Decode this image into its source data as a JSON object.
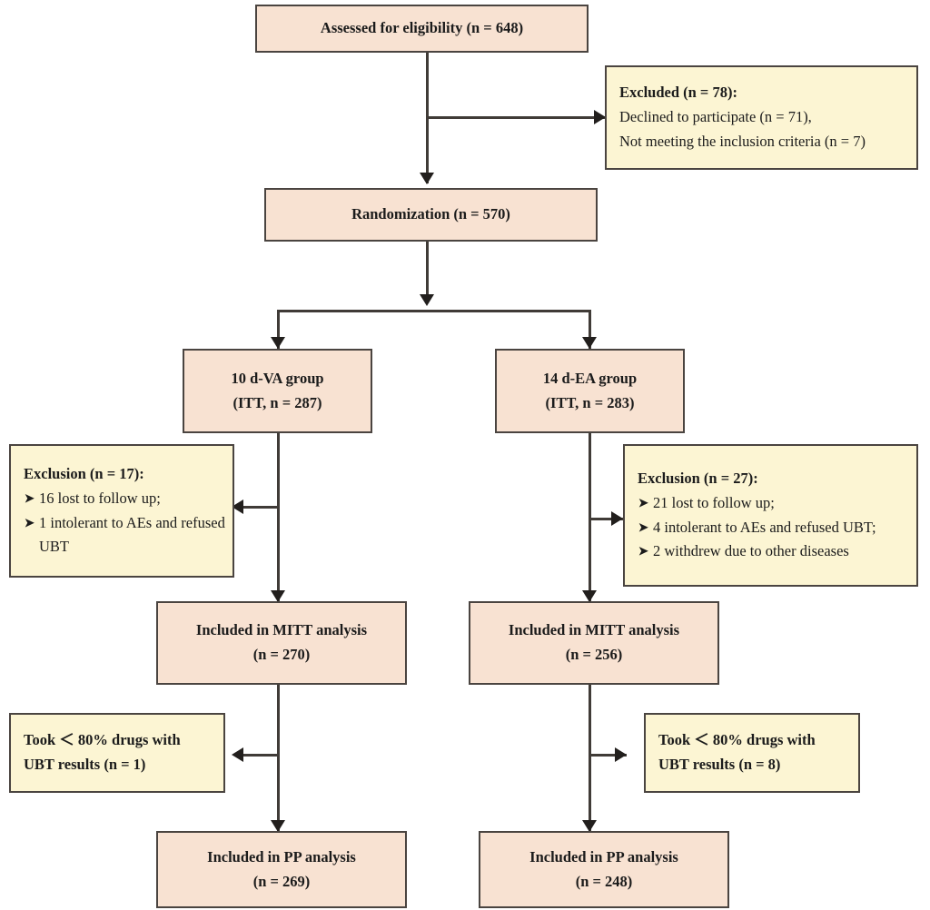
{
  "diagram": {
    "title": "CONSORT participant flow diagram",
    "colors": {
      "primary_box_fill": "#F8E2D2",
      "exclusion_box_fill": "#FCF5D3",
      "border": "#4A4440",
      "connector": "#403B37",
      "text": "#1B1B1B"
    },
    "bullet_glyph": "➤"
  },
  "nodes": {
    "assessed": {
      "line1": "Assessed for eligibility (n = 648)"
    },
    "excluded": {
      "heading": "Excluded (n = 78):",
      "line1": "Declined to participate (n = 71),",
      "line2": "Not meeting the inclusion criteria (n = 7)"
    },
    "randomization": {
      "line1": "Randomization (n = 570)"
    },
    "group_left": {
      "line1": "10 d-VA group",
      "line2": "(ITT, n = 287)"
    },
    "group_right": {
      "line1": "14 d-EA group",
      "line2": "(ITT, n = 283)"
    },
    "exclusion_left": {
      "heading": "Exclusion (n = 17):",
      "items": [
        "16 lost to follow up;",
        "1 intolerant to AEs and refused UBT"
      ]
    },
    "exclusion_right": {
      "heading": "Exclusion (n = 27):",
      "items": [
        "21 lost to follow up;",
        "4 intolerant to AEs and refused UBT;",
        "2 withdrew due to other diseases"
      ]
    },
    "mitt_left": {
      "line1": "Included in MITT analysis",
      "line2": "(n = 270)"
    },
    "mitt_right": {
      "line1": "Included in MITT analysis",
      "line2": "(n = 256)"
    },
    "took_left": {
      "line1": "Took ＜ 80% drugs with",
      "line2": "UBT results (n = 1)"
    },
    "took_right": {
      "line1": "Took ＜ 80% drugs with",
      "line2": "UBT results (n = 8)"
    },
    "pp_left": {
      "line1": "Included in PP analysis",
      "line2": "(n = 269)"
    },
    "pp_right": {
      "line1": "Included in PP analysis",
      "line2": "(n = 248)"
    }
  }
}
